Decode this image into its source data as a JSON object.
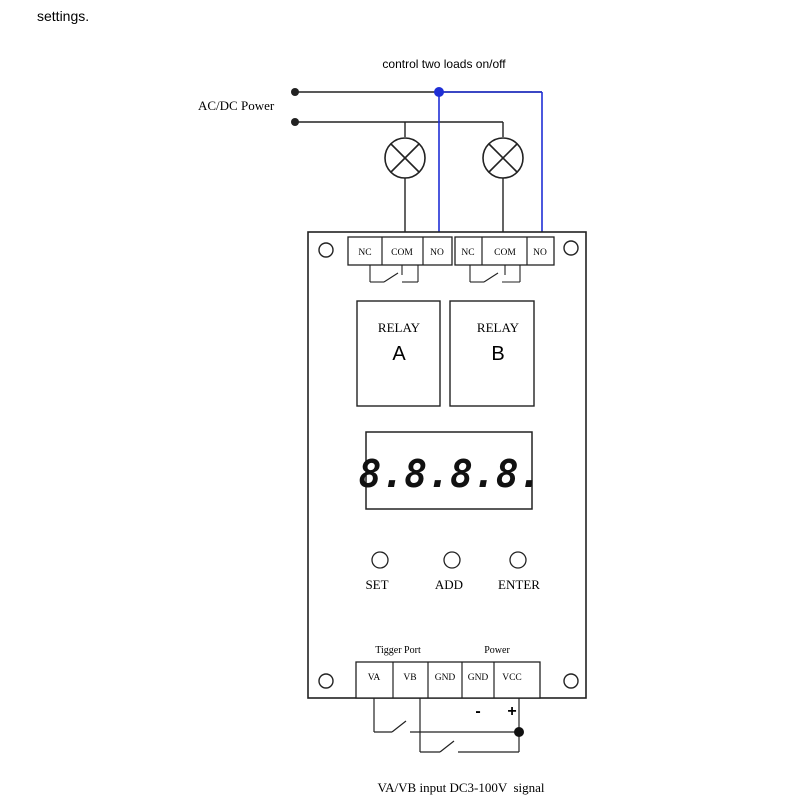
{
  "caption_top": "settings.",
  "diagram_title": "control two loads on/off",
  "power_label": "AC/DC Power",
  "relay_terminals": [
    "NC",
    "COM",
    "NO",
    "NC",
    "COM",
    "NO"
  ],
  "relay_a": {
    "title": "RELAY",
    "letter": "A"
  },
  "relay_b": {
    "title": "RELAY",
    "letter": "B"
  },
  "display_value": "8.8.8.8.",
  "buttons": {
    "set": "SET",
    "add": "ADD",
    "enter": "ENTER"
  },
  "trigger_port_label": "Tigger Port",
  "power_port_label": "Power",
  "bottom_terminals": [
    "VA",
    "VB",
    "GND",
    "GND",
    "VCC"
  ],
  "polarity": {
    "minus": "-",
    "plus": "+"
  },
  "signal_caption": "VA/VB input DC3-100V  signal",
  "colors": {
    "control_wire": "#1f2fd6",
    "line": "#222222"
  }
}
